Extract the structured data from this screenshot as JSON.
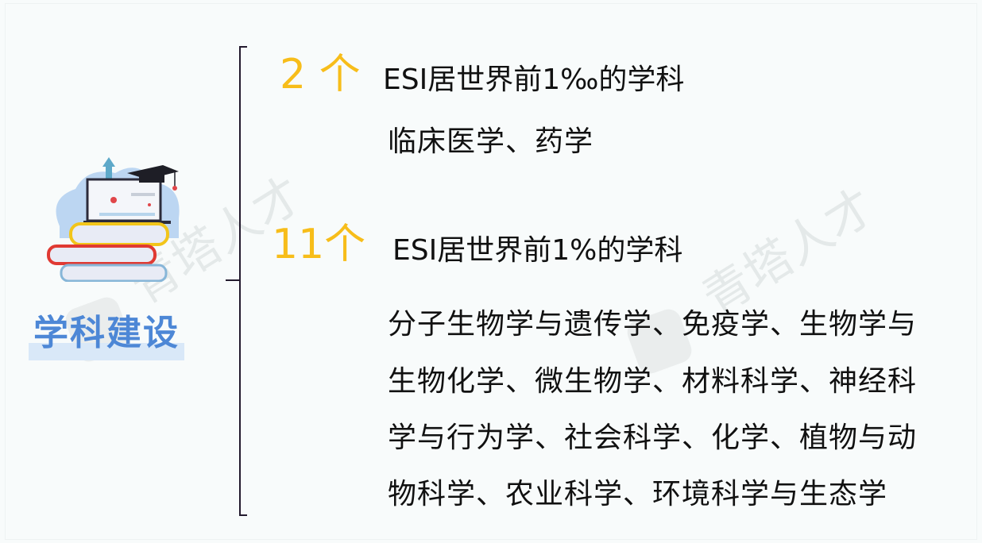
{
  "section": {
    "label": "学科建设",
    "icon": "books-laptop-graduation-cap-icon"
  },
  "groups": [
    {
      "count": "2 个",
      "heading": "ESI居世界前1‰的学科",
      "lines": [
        "临床医学、药学"
      ]
    },
    {
      "count": "11个",
      "heading": "ESI居世界前1%的学科",
      "lines": [
        "分子生物学与遗传学、免疫学、生物学与",
        "生物化学、微生物学、材料科学、神经科",
        "学与行为学、社会科学、化学、植物与动",
        "物科学、农业科学、环境科学与生态学"
      ]
    }
  ],
  "watermark": "青塔人才",
  "colors": {
    "accent_yellow": "#f7bd1a",
    "label_blue": "#4d87d6",
    "bracket": "#231a2e",
    "background": "#f8fbfb"
  }
}
